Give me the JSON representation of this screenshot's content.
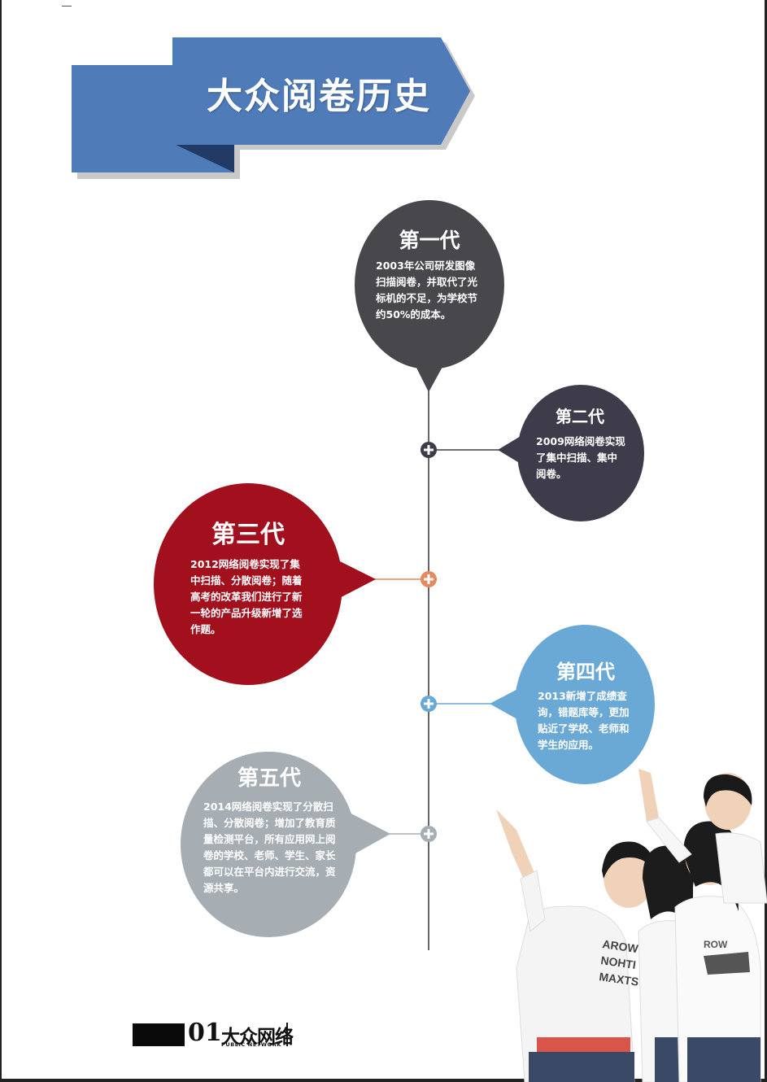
{
  "banner": {
    "title": "大众阅卷历史"
  },
  "timeline": [
    {
      "id": "gen1",
      "title": "第一代",
      "body": "2003年公司研发图像扫描阅卷，并取代了光标机的不足，为学校节约50%的成本。",
      "color": "#48474b"
    },
    {
      "id": "gen2",
      "title": "第二代",
      "body": "2009网络阅卷实现了集中扫描、集中阅卷。",
      "color": "#3e3b4a"
    },
    {
      "id": "gen3",
      "title": "第三代",
      "body": "2012网络阅卷实现了集中扫描、分散阅卷；随着高考的改革我们进行了新一轮的产品升级新增了选作题。",
      "color": "#a3101d"
    },
    {
      "id": "gen4",
      "title": "第四代",
      "body": "2013新增了成绩查询，错题库等，更加贴近了学校、老师和学生的应用。",
      "color": "#6aa8d6"
    },
    {
      "id": "gen5",
      "title": "第五代",
      "body": "2014网络阅卷实现了分散扫描、分散阅卷；增加了教育质量检测平台，所有应用网上阅卷的学校、老师、学生、家长都可以在平台内进行交流，资源共享。",
      "color": "#a6adb3"
    }
  ],
  "colors": {
    "banner_blue": "#4f7bb8",
    "banner_dark": "#223a66",
    "banner_shadow": "#c9c9c9",
    "timeline_line": "#333333",
    "connector_orange": "#e48a60",
    "connector_blue": "#6aa8d6"
  },
  "icons": {
    "timeline_node": "plus-circle-icon"
  },
  "footer": {
    "page_number": "01",
    "brand": "大众网络",
    "brand_sub": "PUBLIC NETWORK"
  }
}
